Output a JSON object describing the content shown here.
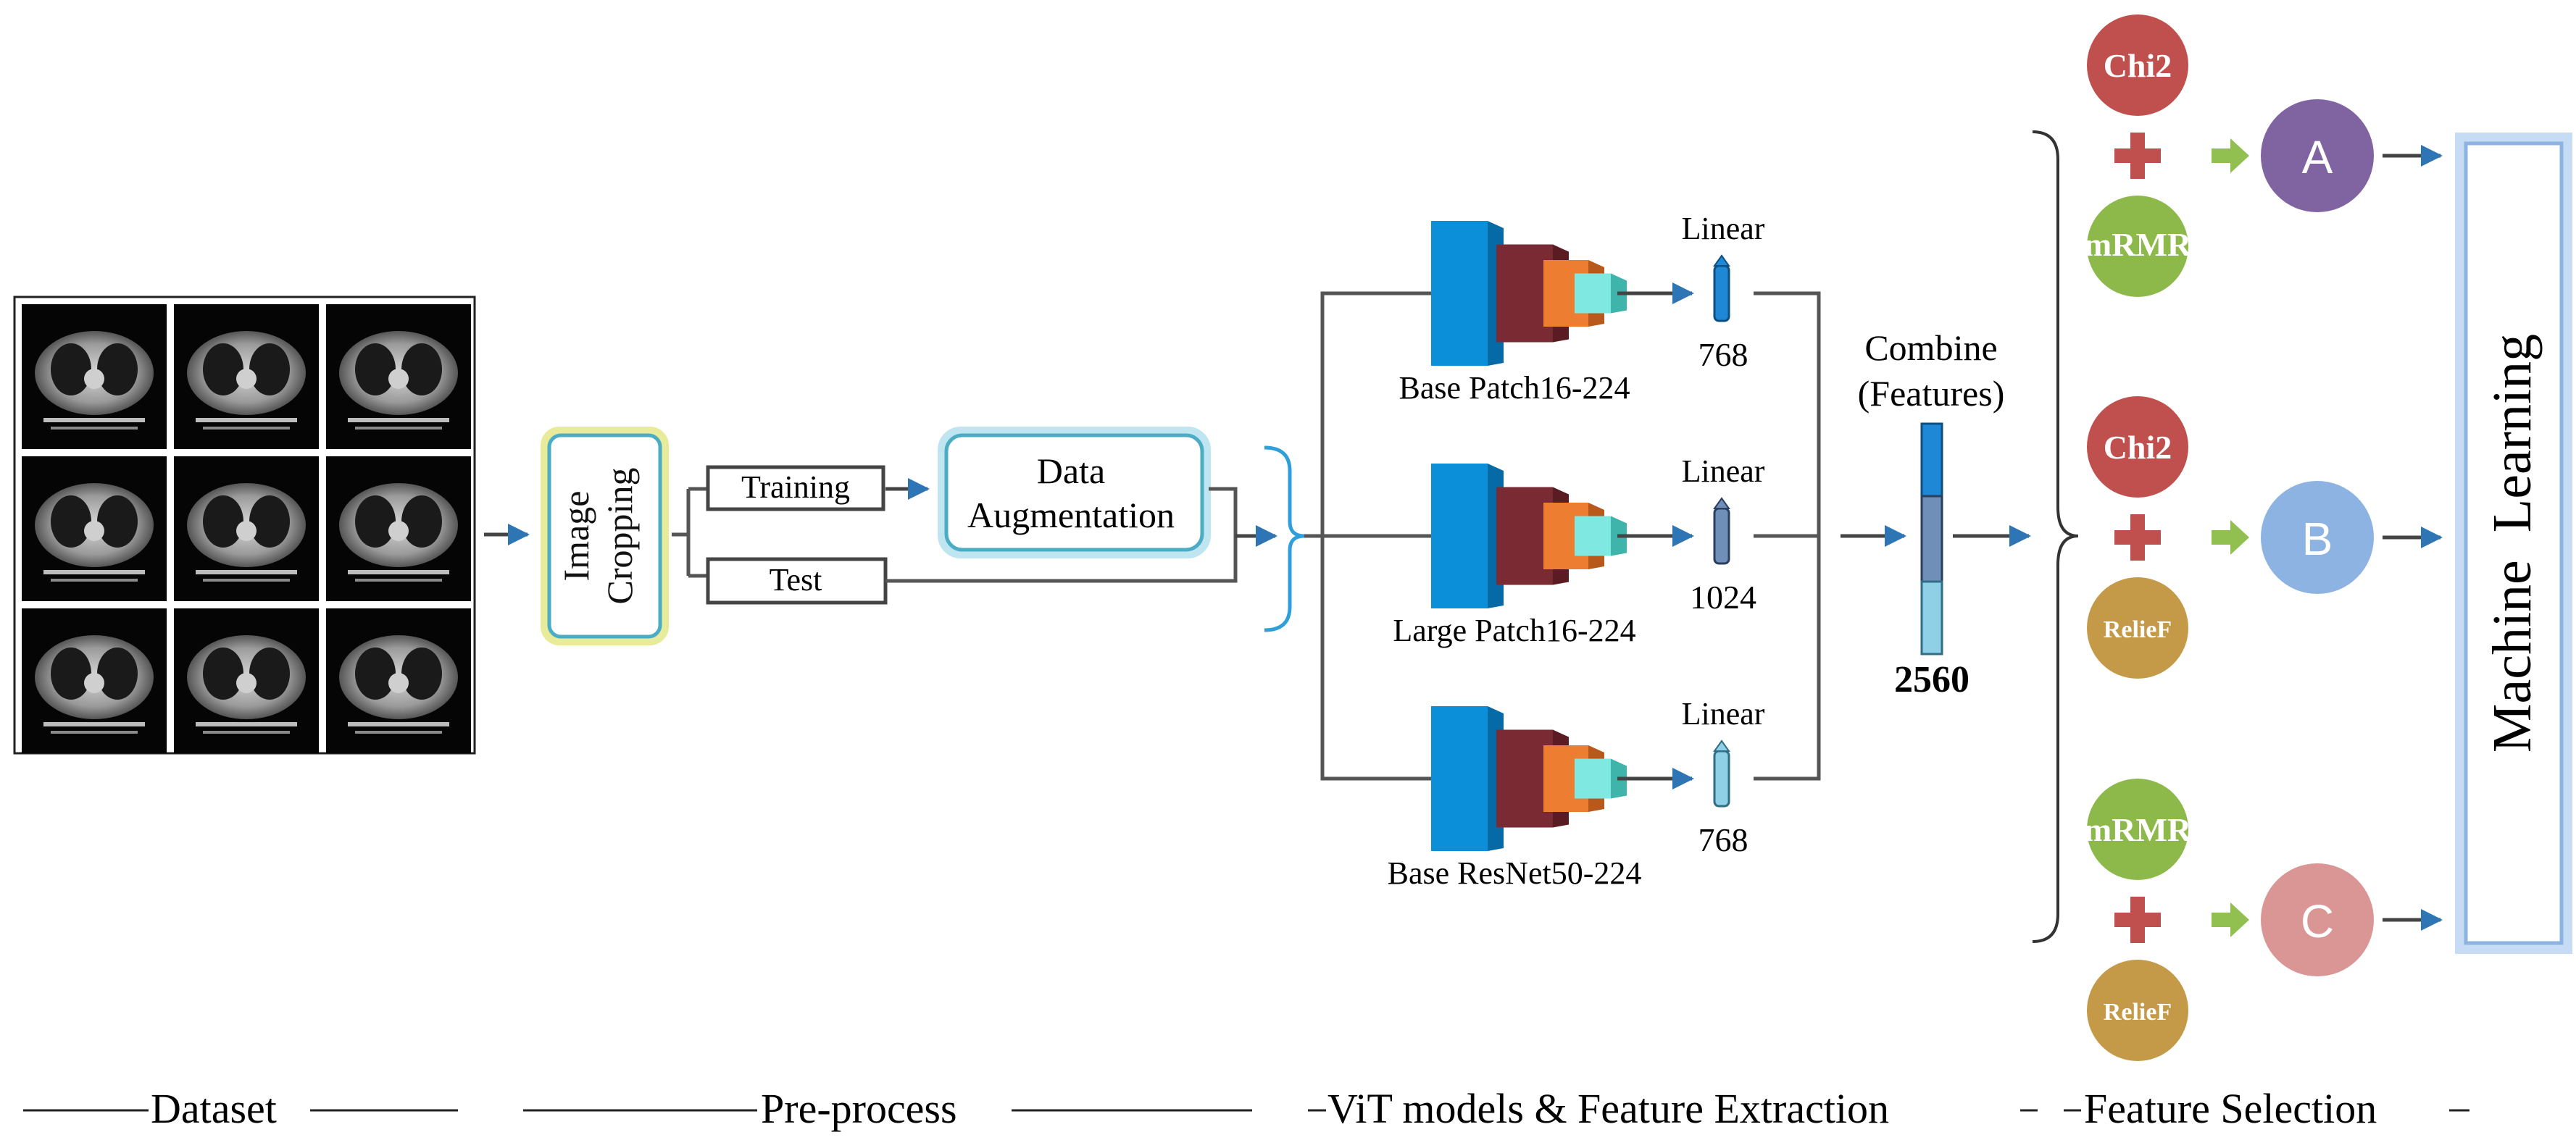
{
  "dataset": {
    "grid_label": "CT scan thumbnails",
    "rows": 3,
    "cols": 3
  },
  "preprocess": {
    "cropping_line1": "Image",
    "cropping_line2": "Cropping",
    "training": "Training",
    "test": "Test",
    "augmentation_line1": "Data",
    "augmentation_line2": "Augmentation"
  },
  "models": [
    {
      "name": "Base Patch16-224",
      "linear": "Linear",
      "dim": "768"
    },
    {
      "name": "Large Patch16-224",
      "linear": "Linear",
      "dim": "1024"
    },
    {
      "name": "Base ResNet50-224",
      "linear": "Linear",
      "dim": "768"
    }
  ],
  "combine": {
    "line1": "Combine",
    "line2": "(Features)",
    "total": "2560"
  },
  "feature_selection": {
    "group_a": {
      "top": "Chi2",
      "bottom": "mRMR",
      "result": "A"
    },
    "group_b": {
      "top": "Chi2",
      "bottom": "RelieF",
      "result": "B"
    },
    "group_c": {
      "top": "mRMR",
      "bottom": "RelieF",
      "result": "C"
    }
  },
  "machine_learning": "Machine  Learning",
  "stages": {
    "dataset": "Dataset",
    "preprocess": "Pre-process",
    "vit": "ViT models & Feature Extraction",
    "selection": "Feature Selection"
  },
  "colors": {
    "chi2": "#c0504d",
    "mrmr": "#8db84a",
    "relief": "#c49a48",
    "a": "#8064a2",
    "b": "#8db3e2",
    "c": "#d99694",
    "plus": "#c0504d",
    "green_arrow": "#92c050",
    "blue_arrow": "#2e75b6",
    "cyan_box": "#4bacc6",
    "ml_border": "#8db3e2"
  }
}
